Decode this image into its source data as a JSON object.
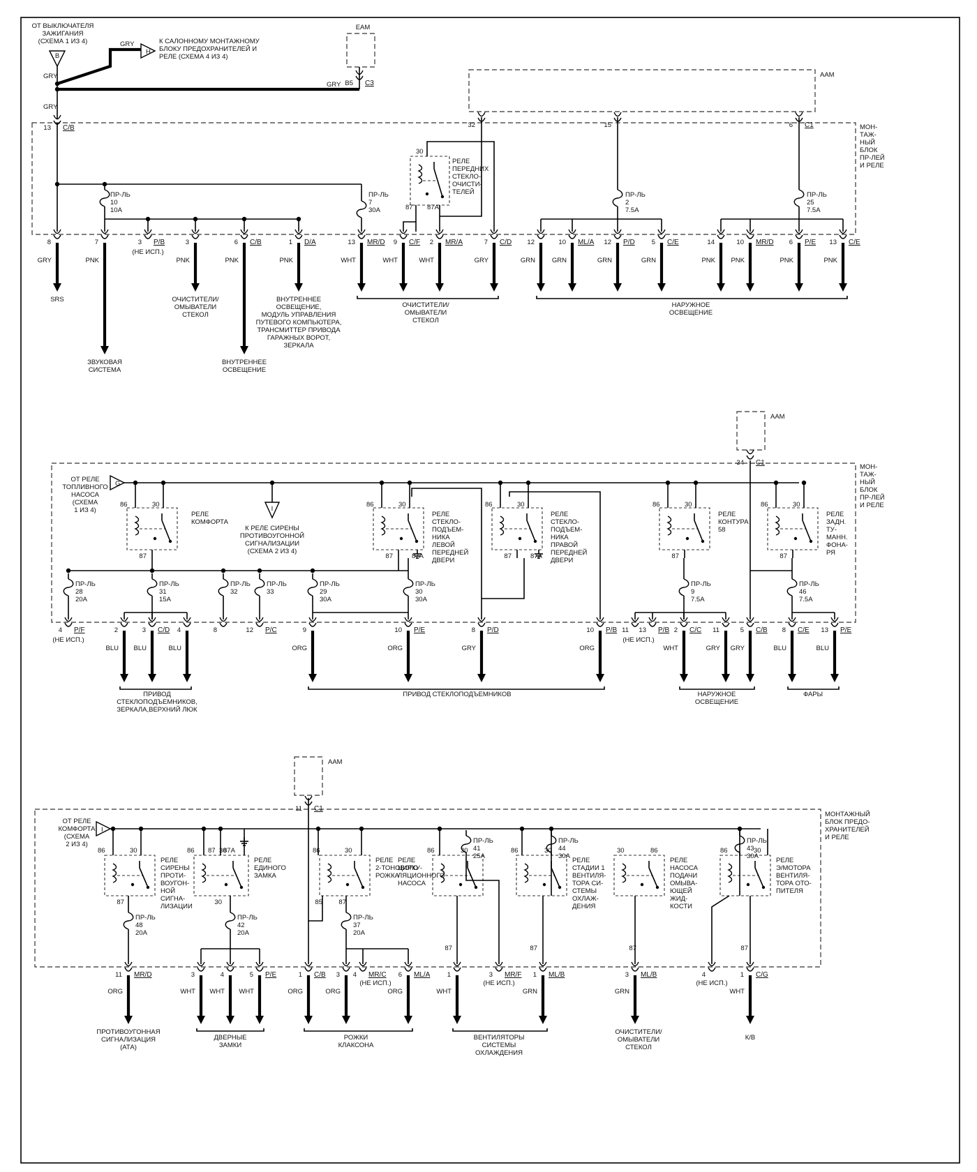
{
  "accent": "#000000",
  "block_name": "МОН-\nТАЖ-\nНЫЙ\nБЛОК\nПР-ЛЕЙ\nИ РЕЛЕ",
  "block_name_3": "МОНТАЖНЫЙ\nБЛОК ПРЕДО-\nХРАНИТЕЛЕЙ\nИ РЕЛЕ",
  "s1": {
    "src_ign": "ОТ ВЫКЛЮЧАТЕЛЯ\nЗАЖИГАНИЯ\n(СХЕМА 1 ИЗ 4)",
    "src_ign_tag": "B",
    "to_cabin": "К САЛОННОМУ МОНТАЖНОМУ\nБЛОКУ ПРЕДОХРАНИТЕЛЕЙ И\nРЕЛЕ (СХЕМА 4 ИЗ 4)",
    "to_cabin_tag": "H",
    "eam": "EAM",
    "aam": "AAM",
    "b5": "B5",
    "c3": "C3",
    "gry": "GRY",
    "pin_in": "13",
    "conn_in": "C/B",
    "aam_pins": [
      "32",
      "15",
      "6"
    ],
    "aam_conn": "C1",
    "relay_wiper": "РЕЛЕ\nПЕРЕДНИХ\nСТЕКЛО-\nОЧИСТИ-\nТЕЛЕЙ",
    "r30": "30",
    "r87": "87",
    "r87a": "87A",
    "fuses": [
      {
        "label": "ПР-ЛЬ\n10\n10A"
      },
      {
        "label": "ПР-ЛЬ\n7\n30A"
      },
      {
        "label": "ПР-ЛЬ\n2\n7.5A"
      },
      {
        "label": "ПР-ЛЬ\n25\n7.5A"
      }
    ],
    "pins": [
      {
        "pin": "8",
        "conn": "",
        "wire": "GRY"
      },
      {
        "pin": "7",
        "conn": "",
        "wire": "PNK"
      },
      {
        "pin": "3",
        "conn": "P/B",
        "wire": "",
        "note": "(НЕ ИСП.)"
      },
      {
        "pin": "3",
        "conn": "",
        "wire": "PNK"
      },
      {
        "pin": "6",
        "conn": "C/B",
        "wire": "PNK"
      },
      {
        "pin": "1",
        "conn": "D/A",
        "wire": "PNK"
      },
      {
        "pin": "13",
        "conn": "MR/D",
        "wire": "WHT"
      },
      {
        "pin": "9",
        "conn": "C/F",
        "wire": "WHT"
      },
      {
        "pin": "2",
        "conn": "MR/A",
        "wire": "WHT"
      },
      {
        "pin": "7",
        "conn": "C/D",
        "wire": "GRY"
      },
      {
        "pin": "12",
        "conn": "",
        "wire": "GRN"
      },
      {
        "pin": "10",
        "conn": "ML/A",
        "wire": "GRN"
      },
      {
        "pin": "12",
        "conn": "P/D",
        "wire": "GRN"
      },
      {
        "pin": "5",
        "conn": "C/E",
        "wire": "GRN"
      },
      {
        "pin": "14",
        "conn": "",
        "wire": "PNK"
      },
      {
        "pin": "10",
        "conn": "MR/D",
        "wire": "PNK"
      },
      {
        "pin": "6",
        "conn": "P/E",
        "wire": "PNK"
      },
      {
        "pin": "13",
        "conn": "C/E",
        "wire": "PNK"
      }
    ],
    "dest": {
      "srs": "SRS",
      "audio": "ЗВУКОВАЯ\nСИСТЕМА",
      "wash": "ОЧИСТИТЕЛИ/\nОМЫВАТЕЛИ\nСТЕКОЛ",
      "int_light": "ВНУТРЕННЕЕ\nОСВЕЩЕНИЕ",
      "int_multi": "ВНУТРЕННЕЕ\nОСВЕЩЕНИЕ,\nМОДУЛЬ УПРАВЛЕНИЯ\nПУТЕВОГО КОМПЬЮТЕРА,\nТРАНСМИТТЕР ПРИВОДА\nГАРАЖНЫХ ВОРОТ,\nЗЕРКАЛА",
      "wash2": "ОЧИСТИТЕЛИ/\nОМЫВАТЕЛИ\nСТЕКОЛ",
      "ext": "НАРУЖНОЕ\nОСВЕЩЕНИЕ"
    }
  },
  "s2": {
    "src": "ОТ РЕЛЕ\nТОПЛИВНОГО\nНАСОСА\n(СХЕМА\n1 ИЗ 4)",
    "src_tag": "G",
    "siren_tag": "I",
    "siren": "К РЕЛЕ СИРЕНЫ\nПРОТИВОУГОННОЙ\nСИГНАЛИЗАЦИИ\n(СХЕМА 2 ИЗ 4)",
    "aam": "AAM",
    "aam_pin": "34",
    "aam_conn": "C1",
    "r86": "86",
    "r30": "30",
    "r87": "87",
    "r87a": "87A",
    "relays": [
      "РЕЛЕ\nКОМФОРТА",
      "РЕЛЕ\nСТЕКЛО-\nПОДЪЕМ-\nНИКА\nЛЕВОЙ\nПЕРЕДНЕЙ\nДВЕРИ",
      "РЕЛЕ\nСТЕКЛО-\nПОДЪЕМ-\nНИКА\nПРАВОЙ\nПЕРЕДНЕЙ\nДВЕРИ",
      "РЕЛЕ\nКОНТУРА\n58",
      "РЕЛЕ\nЗАДН.\nТУ-\nМАНН.\nФОНА-\nРЯ"
    ],
    "fuses": [
      {
        "label": "ПР-ЛЬ\n28\n20A"
      },
      {
        "label": "ПР-ЛЬ\n31\n15A"
      },
      {
        "label": "ПР-ЛЬ\n32"
      },
      {
        "label": "ПР-ЛЬ\n33"
      },
      {
        "label": "ПР-ЛЬ\n29\n30A"
      },
      {
        "label": "ПР-ЛЬ\n30\n30A"
      },
      {
        "label": "ПР-ЛЬ\n9\n7.5A"
      },
      {
        "label": "ПР-ЛЬ\n46\n7.5A"
      }
    ],
    "pins": [
      {
        "pin": "4",
        "conn": "P/F",
        "wire": "",
        "note": "(НЕ ИСП.)"
      },
      {
        "pin": "2",
        "conn": "",
        "wire": "BLU"
      },
      {
        "pin": "3",
        "conn": "C/D",
        "wire": "BLU"
      },
      {
        "pin": "4",
        "conn": "",
        "wire": "BLU"
      },
      {
        "pin": "8",
        "conn": "",
        "wire": ""
      },
      {
        "pin": "12",
        "conn": "P/C",
        "wire": ""
      },
      {
        "pin": "9",
        "conn": "",
        "wire": "ORG"
      },
      {
        "pin": "10",
        "conn": "P/E",
        "wire": "ORG"
      },
      {
        "pin": "8",
        "conn": "P/D",
        "wire": "GRY"
      },
      {
        "pin": "10",
        "conn": "P/B",
        "wire": "ORG"
      },
      {
        "pin": "11",
        "conn": "",
        "wire": ""
      },
      {
        "pin": "13",
        "conn": "P/B",
        "wire": "",
        "note": "(НЕ ИСП.)"
      },
      {
        "pin": "2",
        "conn": "C/C",
        "wire": "WHT"
      },
      {
        "pin": "11",
        "conn": "",
        "wire": "GRY"
      },
      {
        "pin": "5",
        "conn": "C/B",
        "wire": "GRY"
      },
      {
        "pin": "8",
        "conn": "C/E",
        "wire": "BLU"
      },
      {
        "pin": "13",
        "conn": "P/E",
        "wire": "BLU"
      }
    ],
    "dest": {
      "windows_mirror": "ПРИВОД\nСТЕКЛОПОДЪЕМНИКОВ,\nЗЕРКАЛА,ВЕРХНИЙ ЛЮК",
      "windows": "ПРИВОД СТЕКЛОПОДЪЕМНИКОВ",
      "ext": "НАРУЖНОЕ\nОСВЕЩЕНИЕ",
      "headlights": "ФАРЫ"
    }
  },
  "s3": {
    "src": "ОТ РЕЛЕ\nКОМФОРТА\n(СХЕМА\n2 ИЗ 4)",
    "src_tag": "I",
    "aam": "AAM",
    "aam_pin": "11",
    "aam_conn": "C1",
    "r86": "86",
    "r30": "30",
    "r87": "87",
    "r85": "85",
    "r87a": "87A",
    "relays": [
      "РЕЛЕ\nСИРЕНЫ\nПРОТИ-\nВОУГОН-\nНОЙ\nСИГНА-\nЛИЗАЦИИ",
      "РЕЛЕ\nЕДИНОГО\nЗАМКА",
      "РЕЛЕ\n2-ТОНОВОГО\nРОЖКА",
      "РЕЛЕ\nЦИРКУ-\nЛЯЦИОННОГО\nНАСОСА",
      "РЕЛЕ\nСТАДИИ 1\nВЕНТИЛЯ-\nТОРА СИ-\nСТЕМЫ\nОХЛАЖ-\nДЕНИЯ",
      "РЕЛЕ\nНАСОСА\nПОДАЧИ\nОМЫВА-\nЮЩЕЙ\nЖИД-\nКОСТИ",
      "РЕЛЕ\nЭ/МОТОРА\nВЕНТИЛЯ-\nТОРА ОТО-\nПИТЕЛЯ"
    ],
    "fuses": [
      {
        "label": "ПР-ЛЬ\n48\n20A"
      },
      {
        "label": "ПР-ЛЬ\n42\n20A"
      },
      {
        "label": "ПР-ЛЬ\n37\n20A"
      },
      {
        "label": "ПР-ЛЬ\n41\n25A"
      },
      {
        "label": "ПР-ЛЬ\n44\n30A"
      },
      {
        "label": "ПР-ЛЬ\n43\n30A"
      }
    ],
    "pins": [
      {
        "pin": "11",
        "conn": "MR/D",
        "wire": "ORG"
      },
      {
        "pin": "3",
        "conn": "",
        "wire": "WHT"
      },
      {
        "pin": "4",
        "conn": "",
        "wire": "WHT"
      },
      {
        "pin": "5",
        "conn": "P/E",
        "wire": "WHT"
      },
      {
        "pin": "1",
        "conn": "C/B",
        "wire": "ORG"
      },
      {
        "pin": "3",
        "conn": "",
        "wire": "ORG"
      },
      {
        "pin": "4",
        "conn": "MR/C",
        "wire": "",
        "note": "(НЕ ИСП.)"
      },
      {
        "pin": "6",
        "conn": "ML/A",
        "wire": "ORG"
      },
      {
        "pin": "1",
        "conn": "",
        "wire": "WHT"
      },
      {
        "pin": "3",
        "conn": "MR/F",
        "wire": "",
        "note": "(НЕ ИСП.)"
      },
      {
        "pin": "1",
        "conn": "ML/B",
        "wire": "GRN"
      },
      {
        "pin": "3",
        "conn": "ML/B",
        "wire": "GRN"
      },
      {
        "pin": "4",
        "conn": "",
        "wire": "",
        "note": "(НЕ ИСП.)"
      },
      {
        "pin": "1",
        "conn": "C/G",
        "wire": "WHT"
      }
    ],
    "dest": {
      "ata": "ПРОТИВОУГОННАЯ\nСИГНАЛИЗАЦИЯ\n(АТА)",
      "locks": "ДВЕРНЫЕ\nЗАМКИ",
      "horns": "РОЖКИ\nКЛАКСОНА",
      "fans": "ВЕНТИЛЯТОРЫ\nСИСТЕМЫ\nОХЛАЖДЕНИЯ",
      "wash": "ОЧИСТИТЕЛИ/\nОМЫВАТЕЛИ\nСТЕКОЛ",
      "kb": "К/В"
    }
  }
}
